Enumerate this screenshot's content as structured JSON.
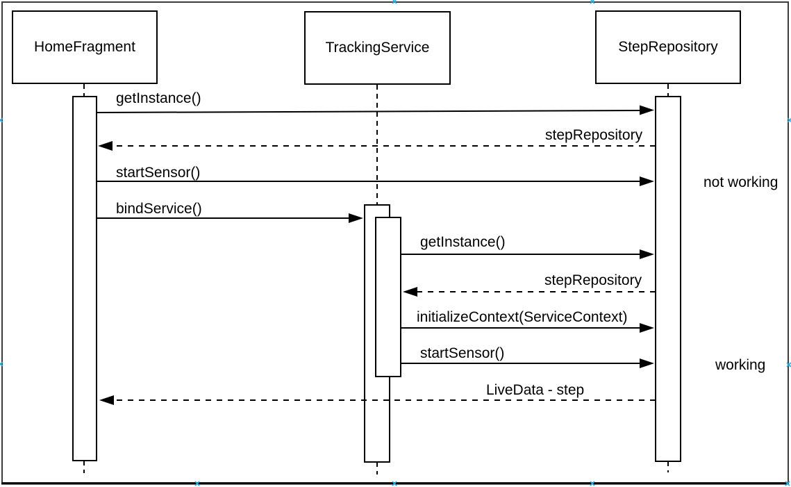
{
  "diagram": {
    "type": "uml-sequence",
    "actors": [
      {
        "name": "HomeFragment"
      },
      {
        "name": "TrackingService"
      },
      {
        "name": "StepRepository"
      }
    ],
    "messages": [
      {
        "label": "getInstance()",
        "from": "HomeFragment",
        "to": "StepRepository",
        "style": "solid"
      },
      {
        "label": "stepRepository",
        "from": "StepRepository",
        "to": "HomeFragment",
        "style": "dashed"
      },
      {
        "label": "startSensor()",
        "from": "HomeFragment",
        "to": "StepRepository",
        "style": "solid"
      },
      {
        "label": "bindService()",
        "from": "HomeFragment",
        "to": "TrackingService",
        "style": "solid"
      },
      {
        "label": "getInstance()",
        "from": "TrackingService",
        "to": "StepRepository",
        "style": "solid"
      },
      {
        "label": "stepRepository",
        "from": "StepRepository",
        "to": "TrackingService",
        "style": "dashed"
      },
      {
        "label": "initializeContext(ServiceContext)",
        "from": "TrackingService",
        "to": "StepRepository",
        "style": "solid"
      },
      {
        "label": "startSensor()",
        "from": "TrackingService",
        "to": "StepRepository",
        "style": "solid"
      },
      {
        "label": "LiveData - step",
        "from": "StepRepository",
        "to": "HomeFragment",
        "style": "dashed"
      }
    ],
    "annotations": [
      {
        "text": "not working"
      },
      {
        "text": "working"
      }
    ],
    "colors": {
      "stroke": "#000000",
      "shape_fill": "#ffffff",
      "page_border": "#3b3b3b",
      "anchor_marker": "#29a9e1"
    }
  }
}
